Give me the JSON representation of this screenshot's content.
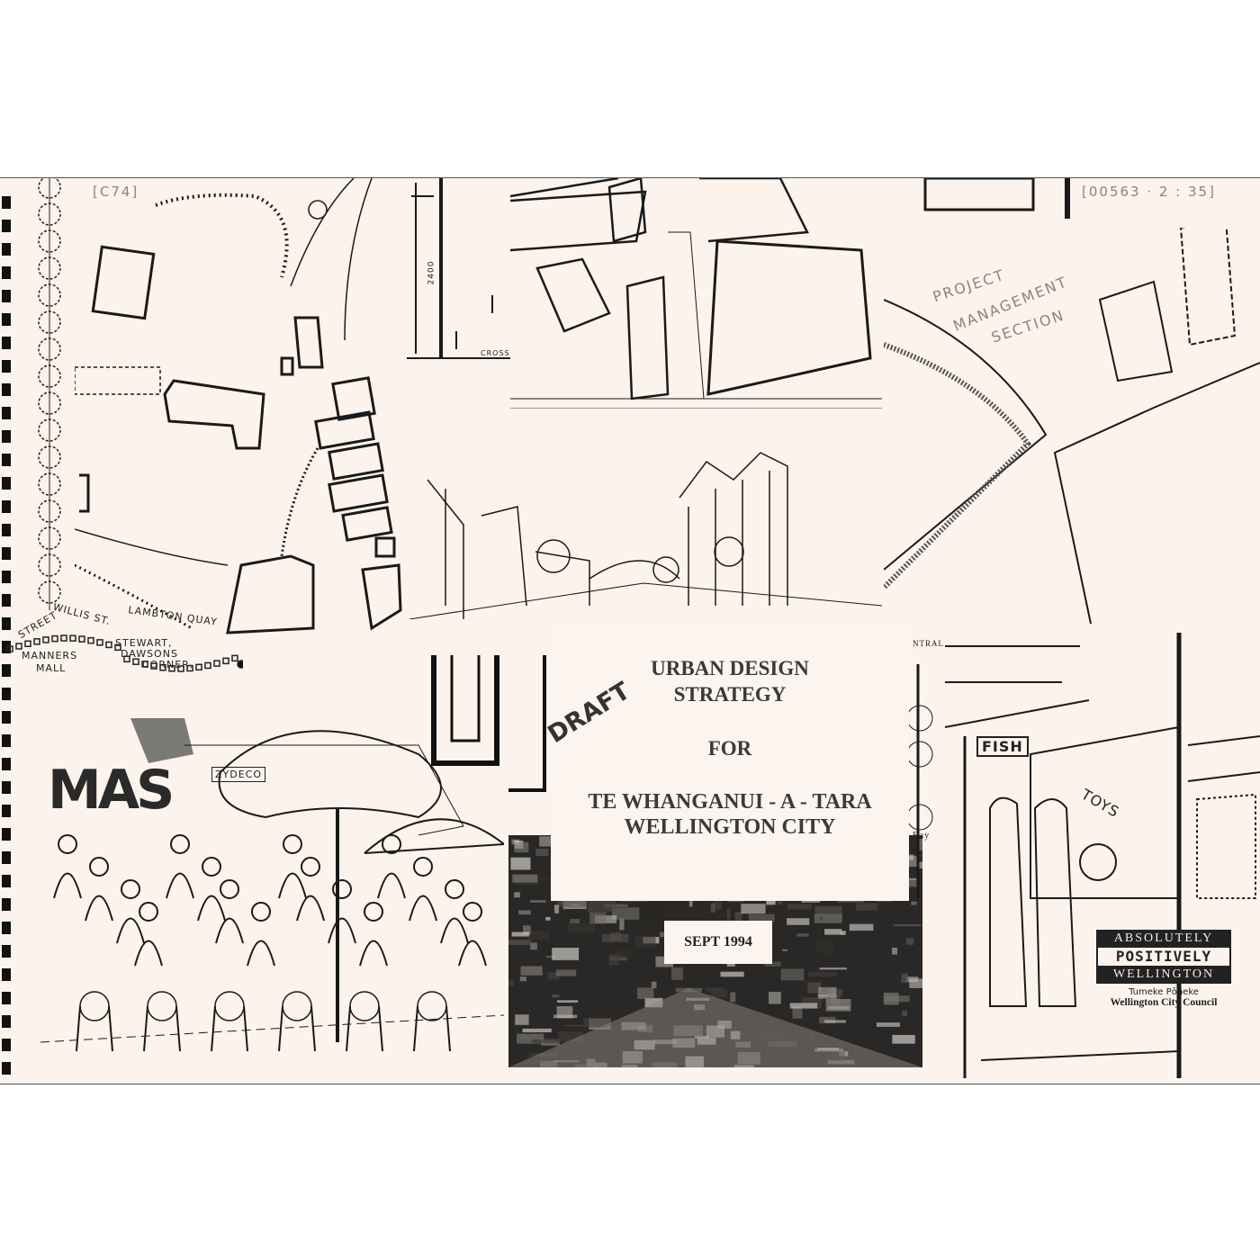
{
  "title": {
    "line1": "URBAN DESIGN",
    "line2": "STRATEGY",
    "for": "FOR",
    "line3": "TE WHANGANUI - A - TARA",
    "line4": "WELLINGTON CITY"
  },
  "stamp": "DRAFT",
  "date": "SEPT 1994",
  "handwritten": {
    "top_left_ref": "[C74]",
    "top_right_ref": "[00563 · 2 : 35]",
    "note_line1": "PROJECT",
    "note_line2": "MANAGEMENT",
    "note_line3": "SECTION"
  },
  "map_labels": {
    "street": "STREET",
    "willis": "WILLIS ST.",
    "lambton": "LAMBTON QUAY",
    "stewart": "STEWART,",
    "dawsons": "DAWSONS",
    "corner": "CORNER.",
    "manners": "MANNERS",
    "mall": "MALL"
  },
  "sketch_labels": {
    "dim": "2400",
    "cross": "CROSS",
    "mas": "MAS",
    "zydeco": "ZYDECO",
    "fish": "FISH",
    "toys": "TOYS",
    "bay": "Bay",
    "central": "NTRAL"
  },
  "logo": {
    "line1": "ABSOLUTELY",
    "line2": "POSITIVELY",
    "line3": "WELLINGTON",
    "maori": "Tumeke Pōneke",
    "council": "Wellington City Council"
  },
  "colors": {
    "paper": "#fbf3ec",
    "ink": "#222222",
    "pencil": "#8a8480"
  }
}
